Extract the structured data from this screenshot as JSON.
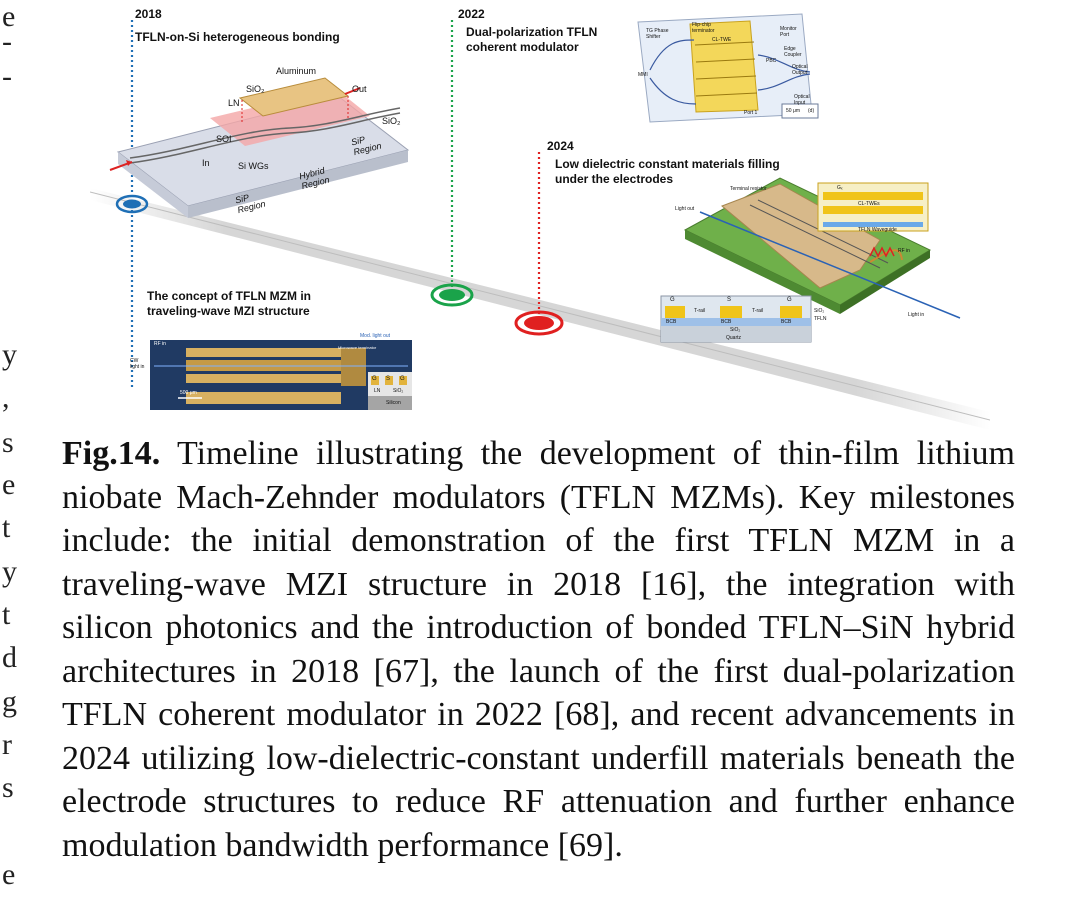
{
  "edge_text": [
    "e",
    "-",
    "-",
    "y",
    ",",
    "s",
    "e",
    "t",
    "y",
    "t",
    "d",
    "g",
    "r",
    "s",
    "e"
  ],
  "figure": {
    "milestones": [
      {
        "year": "2018",
        "title": "TFLN-on-Si heterogeneous bonding"
      },
      {
        "year": "2022",
        "title": "Dual-polarization TFLN\ncoherent modulator"
      },
      {
        "year": "2024",
        "title": "Low dielectric constant materials filling\nunder the electrodes"
      },
      {
        "year": "",
        "title": "The concept of TFLN MZM in\ntraveling-wave MZI structure"
      }
    ],
    "hybrid_labels": {
      "aluminum": "Aluminum",
      "sio2_top": "SiO₂",
      "ln": "LN",
      "out": "Out",
      "sio2_right": "SiO₂",
      "soi": "SOI",
      "in": "In",
      "si_wgs": "Si WGs",
      "sip_left": "SiP\nRegion",
      "hybrid": "Hybrid\nRegion",
      "sip_right": "SiP\nRegion"
    },
    "coherent_labels": {
      "tg_phase_shifter": "TG Phase\nShifter",
      "flip_chip": "Flip-chip\nterminator",
      "monitor_port": "Monitor\nPort",
      "cl_tweb": "CL-TWE",
      "mmi": "MMI",
      "pbc": "PBC",
      "edge_coupler": "Edge\nCoupler",
      "optical_output": "Optical\nOutput",
      "optical_input": "Optical\nInput",
      "port": "Port 1",
      "scale": "50 μm",
      "tag": "(d)"
    },
    "lowk_labels": {
      "terminal_resistor": "Terminal resistor",
      "light_out": "Light out",
      "light_in": "Light in",
      "rf_in": "RF in",
      "cl_twe": "CL-TWEs",
      "tfln_waveguide": "TFLN Waveguide",
      "g_top": "G",
      "s_top": "S",
      "g_top2": "G",
      "bcb1": "BCB",
      "bcb2": "BCB",
      "bcb3": "BCB",
      "t_rail1": "T-rail",
      "t_rail2": "T-rail",
      "sio2": "SiO₂",
      "quartz": "Quartz",
      "sio2_side": "SiO₂",
      "tfln_side": "TFLN",
      "g_x": "Gₓ"
    },
    "mzm_labels": {
      "rf_in": "RF in",
      "mod_light_out": "Mod. light out",
      "microwave_terminator": "Microwave terminator",
      "cw_light_in": "CW\nlight in",
      "scale": "500 μm",
      "g1": "G",
      "s": "S",
      "g2": "G",
      "ln": "LN",
      "sio2": "SiO₂",
      "silicon": "Silicon"
    }
  },
  "caption": {
    "label": "Fig.14.",
    "text": " Timeline illustrating the development of thin-film lithium niobate Mach-Zehnder modulators (TFLN MZMs). Key milestones include: the initial demonstration of the first TFLN MZM in a traveling-wave MZI structure in 2018 [16], the integration with silicon photonics and the introduction of bonded TFLN–SiN hybrid architectures in 2018 [67], the launch of the first dual-polarization TFLN coherent modulator in 2022 [68], and recent advancements in 2024 utilizing low-dielectric-constant underfill materials beneath the electrode structures to reduce RF attenuation and further enhance modulation bandwidth performance [69]."
  },
  "colors": {
    "marker_2018": "#1f6fb5",
    "marker_2022": "#1aa34a",
    "marker_2024": "#e02020",
    "timeline": "#d0d0d0",
    "gold": "#e2b33c",
    "green_chip": "#6fb04a"
  }
}
